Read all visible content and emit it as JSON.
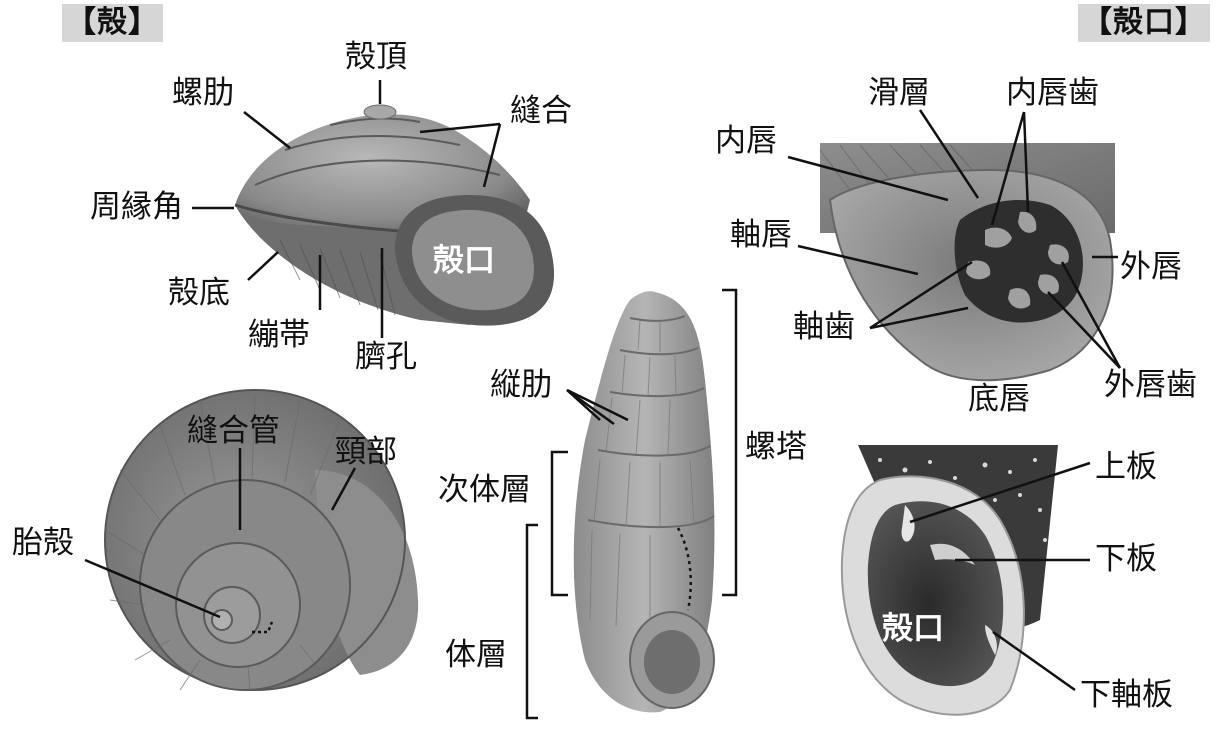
{
  "headers": {
    "shell": "【殻】",
    "aperture": "【殻口】"
  },
  "labels": {
    "shell_apex": "殻頂",
    "spiral_rib": "螺肋",
    "suture": "縫合",
    "periphery_angle": "周縁角",
    "aperture_center": "殻口",
    "shell_base": "殻底",
    "basal_cord": "繃帯",
    "umbilicus": "臍孔",
    "suture_tube": "縫合管",
    "neck": "頸部",
    "protoconch": "胎殻",
    "axial_rib": "縦肋",
    "spire": "螺塔",
    "penultimate_whorl": "次体層",
    "body_whorl": "体層",
    "callus": "滑層",
    "inner_lip_tooth": "内唇歯",
    "inner_lip": "内唇",
    "columellar_lip": "軸唇",
    "outer_lip": "外唇",
    "columellar_tooth": "軸歯",
    "outer_lip_tooth": "外唇歯",
    "basal_lip": "底唇",
    "upper_lamella": "上板",
    "lower_lamella": "下板",
    "aperture_clausiliid": "殻口",
    "subcolumellar_lamella": "下軸板"
  }
}
